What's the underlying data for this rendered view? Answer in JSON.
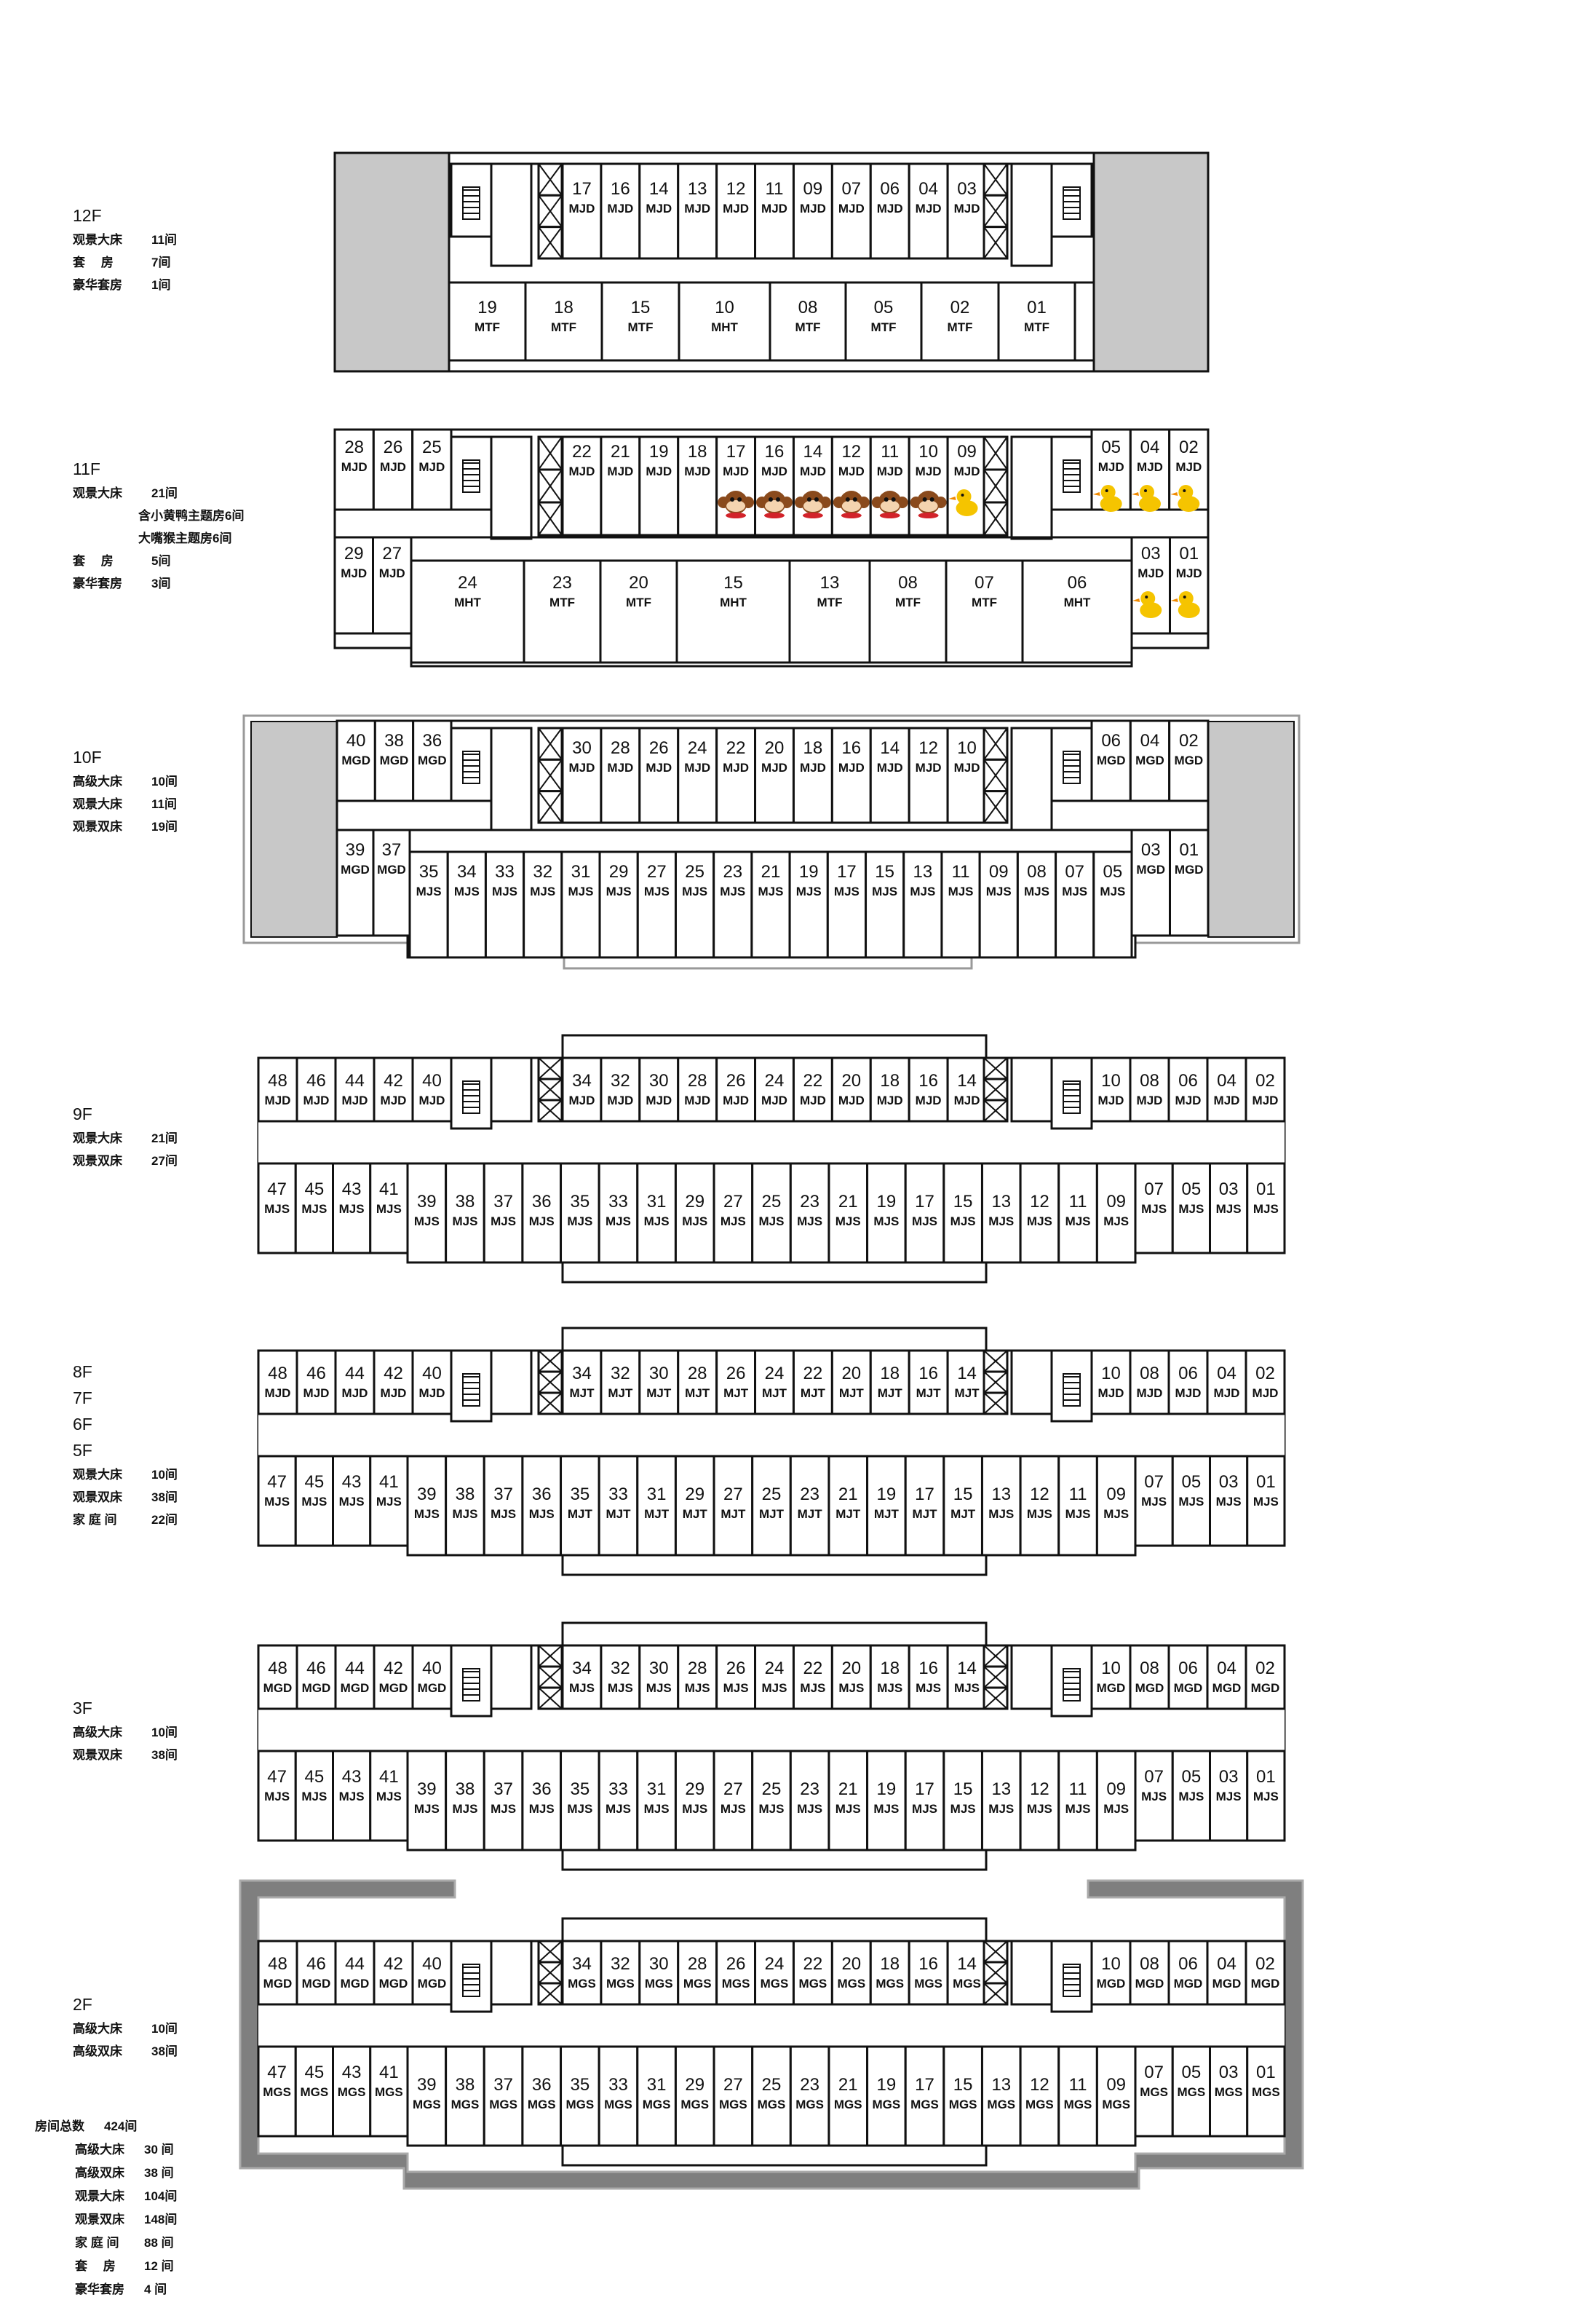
{
  "legends": [
    {
      "id": "12f",
      "floors": [
        "12F"
      ],
      "items": [
        {
          "label": "观景大床",
          "value": "11间"
        },
        {
          "label": "套　 房",
          "value": "7间"
        },
        {
          "label": "豪华套房",
          "value": "1间"
        }
      ]
    },
    {
      "id": "11f",
      "floors": [
        "11F"
      ],
      "items": [
        {
          "label": "观景大床",
          "value": "21间"
        },
        {
          "label": "",
          "value": "含小黄鸭主题房6间"
        },
        {
          "label": "",
          "value": "大嘴猴主题房6间"
        },
        {
          "label": "套　 房",
          "value": "5间"
        },
        {
          "label": "豪华套房",
          "value": "3间"
        }
      ]
    },
    {
      "id": "10f",
      "floors": [
        "10F"
      ],
      "items": [
        {
          "label": "高级大床",
          "value": "10间"
        },
        {
          "label": "观景大床",
          "value": "11间"
        },
        {
          "label": "观景双床",
          "value": "19间"
        }
      ]
    },
    {
      "id": "9f",
      "floors": [
        "9F"
      ],
      "items": [
        {
          "label": "观景大床",
          "value": "21间"
        },
        {
          "label": "观景双床",
          "value": "27间"
        }
      ]
    },
    {
      "id": "8f",
      "floors": [
        "8F",
        "7F",
        "6F",
        "5F"
      ],
      "items": [
        {
          "label": "观景大床",
          "value": "10间"
        },
        {
          "label": "观景双床",
          "value": "38间"
        },
        {
          "label": "家 庭 间",
          "value": "22间"
        }
      ]
    },
    {
      "id": "3f",
      "floors": [
        "3F"
      ],
      "items": [
        {
          "label": "高级大床",
          "value": "10间"
        },
        {
          "label": "观景双床",
          "value": "38间"
        }
      ]
    },
    {
      "id": "2f",
      "floors": [
        "2F"
      ],
      "items": [
        {
          "label": "高级大床",
          "value": "10间"
        },
        {
          "label": "高级双床",
          "value": "38间"
        }
      ]
    }
  ],
  "totals": {
    "label": "房间总数",
    "value": "424间",
    "items": [
      {
        "label": "高级大床",
        "value": "30 间"
      },
      {
        "label": "高级双床",
        "value": "38 间"
      },
      {
        "label": "观景大床",
        "value": "104间"
      },
      {
        "label": "观景双床",
        "value": "148间"
      },
      {
        "label": "家 庭 间",
        "value": "88 间"
      },
      {
        "label": "套　 房",
        "value": "12 间"
      },
      {
        "label": "豪华套房",
        "value": "4 间"
      }
    ]
  },
  "plans": [
    {
      "id": "12f",
      "variant": "12",
      "upper": [
        [
          "17",
          "MJD"
        ],
        [
          "16",
          "MJD"
        ],
        [
          "14",
          "MJD"
        ],
        [
          "13",
          "MJD"
        ],
        [
          "12",
          "MJD"
        ],
        [
          "11",
          "MJD"
        ],
        [
          "09",
          "MJD"
        ],
        [
          "07",
          "MJD"
        ],
        [
          "06",
          "MJD"
        ],
        [
          "04",
          "MJD"
        ],
        [
          "03",
          "MJD"
        ]
      ],
      "lower": [
        [
          "19",
          "MTF"
        ],
        [
          "18",
          "MTF"
        ],
        [
          "15",
          "MTF"
        ],
        [
          "10",
          "MHT"
        ],
        [
          "08",
          "MTF"
        ],
        [
          "05",
          "MTF"
        ],
        [
          "02",
          "MTF"
        ],
        [
          "01",
          "MTF"
        ]
      ]
    },
    {
      "id": "11f",
      "variant": "11",
      "upperLeft": [
        [
          "28",
          "MJD"
        ],
        [
          "26",
          "MJD"
        ],
        [
          "25",
          "MJD"
        ]
      ],
      "lowerLeft": [
        [
          "29",
          "MJD"
        ],
        [
          "27",
          "MJD"
        ]
      ],
      "upper": [
        [
          "22",
          "MJD"
        ],
        [
          "21",
          "MJD"
        ],
        [
          "19",
          "MJD"
        ],
        [
          "18",
          "MJD"
        ],
        [
          "17",
          "MJD"
        ],
        [
          "16",
          "MJD"
        ],
        [
          "14",
          "MJD"
        ],
        [
          "12",
          "MJD"
        ],
        [
          "11",
          "MJD"
        ],
        [
          "10",
          "MJD"
        ],
        [
          "09",
          "MJD"
        ]
      ],
      "upperIcons": [
        "",
        "",
        "",
        "",
        "monkey",
        "monkey",
        "monkey",
        "monkey",
        "monkey",
        "monkey",
        "duck"
      ],
      "lower": [
        [
          "24",
          "MHT"
        ],
        [
          "23",
          "MTF"
        ],
        [
          "20",
          "MTF"
        ],
        [
          "15",
          "MHT"
        ],
        [
          "13",
          "MTF"
        ],
        [
          "08",
          "MTF"
        ],
        [
          "07",
          "MTF"
        ],
        [
          "06",
          "MHT"
        ]
      ],
      "upperRight": [
        [
          "05",
          "MJD"
        ],
        [
          "04",
          "MJD"
        ],
        [
          "02",
          "MJD"
        ]
      ],
      "lowerRight": [
        [
          "03",
          "MJD"
        ],
        [
          "01",
          "MJD"
        ]
      ]
    },
    {
      "id": "10f",
      "variant": "10",
      "upperLeft": [
        [
          "40",
          "MGD"
        ],
        [
          "38",
          "MGD"
        ],
        [
          "36",
          "MGD"
        ]
      ],
      "lowerLeft": [
        [
          "39",
          "MGD"
        ],
        [
          "37",
          "MGD"
        ]
      ],
      "upper": [
        [
          "30",
          "MJD"
        ],
        [
          "28",
          "MJD"
        ],
        [
          "26",
          "MJD"
        ],
        [
          "24",
          "MJD"
        ],
        [
          "22",
          "MJD"
        ],
        [
          "20",
          "MJD"
        ],
        [
          "18",
          "MJD"
        ],
        [
          "16",
          "MJD"
        ],
        [
          "14",
          "MJD"
        ],
        [
          "12",
          "MJD"
        ],
        [
          "10",
          "MJD"
        ]
      ],
      "lower": [
        [
          "35",
          "MJS"
        ],
        [
          "34",
          "MJS"
        ],
        [
          "33",
          "MJS"
        ],
        [
          "32",
          "MJS"
        ],
        [
          "31",
          "MJS"
        ],
        [
          "29",
          "MJS"
        ],
        [
          "27",
          "MJS"
        ],
        [
          "25",
          "MJS"
        ],
        [
          "23",
          "MJS"
        ],
        [
          "21",
          "MJS"
        ],
        [
          "19",
          "MJS"
        ],
        [
          "17",
          "MJS"
        ],
        [
          "15",
          "MJS"
        ],
        [
          "13",
          "MJS"
        ],
        [
          "11",
          "MJS"
        ],
        [
          "09",
          "MJS"
        ],
        [
          "08",
          "MJS"
        ],
        [
          "07",
          "MJS"
        ],
        [
          "05",
          "MJS"
        ]
      ],
      "upperRight": [
        [
          "06",
          "MGD"
        ],
        [
          "04",
          "MGD"
        ],
        [
          "02",
          "MGD"
        ]
      ],
      "lowerRight": [
        [
          "03",
          "MGD"
        ],
        [
          "01",
          "MGD"
        ]
      ]
    },
    {
      "id": "9f",
      "variant": "std",
      "upperLeft": [
        [
          "48",
          "MJD"
        ],
        [
          "46",
          "MJD"
        ],
        [
          "44",
          "MJD"
        ],
        [
          "42",
          "MJD"
        ],
        [
          "40",
          "MJD"
        ]
      ],
      "lowerLeft": [
        [
          "47",
          "MJS"
        ],
        [
          "45",
          "MJS"
        ],
        [
          "43",
          "MJS"
        ],
        [
          "41",
          "MJS"
        ]
      ],
      "upper": [
        [
          "34",
          "MJD"
        ],
        [
          "32",
          "MJD"
        ],
        [
          "30",
          "MJD"
        ],
        [
          "28",
          "MJD"
        ],
        [
          "26",
          "MJD"
        ],
        [
          "24",
          "MJD"
        ],
        [
          "22",
          "MJD"
        ],
        [
          "20",
          "MJD"
        ],
        [
          "18",
          "MJD"
        ],
        [
          "16",
          "MJD"
        ],
        [
          "14",
          "MJD"
        ]
      ],
      "lower": [
        [
          "39",
          "MJS"
        ],
        [
          "38",
          "MJS"
        ],
        [
          "37",
          "MJS"
        ],
        [
          "36",
          "MJS"
        ],
        [
          "35",
          "MJS"
        ],
        [
          "33",
          "MJS"
        ],
        [
          "31",
          "MJS"
        ],
        [
          "29",
          "MJS"
        ],
        [
          "27",
          "MJS"
        ],
        [
          "25",
          "MJS"
        ],
        [
          "23",
          "MJS"
        ],
        [
          "21",
          "MJS"
        ],
        [
          "19",
          "MJS"
        ],
        [
          "17",
          "MJS"
        ],
        [
          "15",
          "MJS"
        ],
        [
          "13",
          "MJS"
        ],
        [
          "12",
          "MJS"
        ],
        [
          "11",
          "MJS"
        ],
        [
          "09",
          "MJS"
        ]
      ],
      "upperRight": [
        [
          "10",
          "MJD"
        ],
        [
          "08",
          "MJD"
        ],
        [
          "06",
          "MJD"
        ],
        [
          "04",
          "MJD"
        ],
        [
          "02",
          "MJD"
        ]
      ],
      "lowerRight": [
        [
          "07",
          "MJS"
        ],
        [
          "05",
          "MJS"
        ],
        [
          "03",
          "MJS"
        ],
        [
          "01",
          "MJS"
        ]
      ]
    },
    {
      "id": "8f",
      "variant": "std",
      "upperLeft": [
        [
          "48",
          "MJD"
        ],
        [
          "46",
          "MJD"
        ],
        [
          "44",
          "MJD"
        ],
        [
          "42",
          "MJD"
        ],
        [
          "40",
          "MJD"
        ]
      ],
      "lowerLeft": [
        [
          "47",
          "MJS"
        ],
        [
          "45",
          "MJS"
        ],
        [
          "43",
          "MJS"
        ],
        [
          "41",
          "MJS"
        ]
      ],
      "upper": [
        [
          "34",
          "MJT"
        ],
        [
          "32",
          "MJT"
        ],
        [
          "30",
          "MJT"
        ],
        [
          "28",
          "MJT"
        ],
        [
          "26",
          "MJT"
        ],
        [
          "24",
          "MJT"
        ],
        [
          "22",
          "MJT"
        ],
        [
          "20",
          "MJT"
        ],
        [
          "18",
          "MJT"
        ],
        [
          "16",
          "MJT"
        ],
        [
          "14",
          "MJT"
        ]
      ],
      "lower": [
        [
          "39",
          "MJS"
        ],
        [
          "38",
          "MJS"
        ],
        [
          "37",
          "MJS"
        ],
        [
          "36",
          "MJS"
        ],
        [
          "35",
          "MJT"
        ],
        [
          "33",
          "MJT"
        ],
        [
          "31",
          "MJT"
        ],
        [
          "29",
          "MJT"
        ],
        [
          "27",
          "MJT"
        ],
        [
          "25",
          "MJT"
        ],
        [
          "23",
          "MJT"
        ],
        [
          "21",
          "MJT"
        ],
        [
          "19",
          "MJT"
        ],
        [
          "17",
          "MJT"
        ],
        [
          "15",
          "MJT"
        ],
        [
          "13",
          "MJS"
        ],
        [
          "12",
          "MJS"
        ],
        [
          "11",
          "MJS"
        ],
        [
          "09",
          "MJS"
        ]
      ],
      "upperRight": [
        [
          "10",
          "MJD"
        ],
        [
          "08",
          "MJD"
        ],
        [
          "06",
          "MJD"
        ],
        [
          "04",
          "MJD"
        ],
        [
          "02",
          "MJD"
        ]
      ],
      "lowerRight": [
        [
          "07",
          "MJS"
        ],
        [
          "05",
          "MJS"
        ],
        [
          "03",
          "MJS"
        ],
        [
          "01",
          "MJS"
        ]
      ]
    },
    {
      "id": "3f",
      "variant": "std",
      "upperLeft": [
        [
          "48",
          "MGD"
        ],
        [
          "46",
          "MGD"
        ],
        [
          "44",
          "MGD"
        ],
        [
          "42",
          "MGD"
        ],
        [
          "40",
          "MGD"
        ]
      ],
      "lowerLeft": [
        [
          "47",
          "MJS"
        ],
        [
          "45",
          "MJS"
        ],
        [
          "43",
          "MJS"
        ],
        [
          "41",
          "MJS"
        ]
      ],
      "upper": [
        [
          "34",
          "MJS"
        ],
        [
          "32",
          "MJS"
        ],
        [
          "30",
          "MJS"
        ],
        [
          "28",
          "MJS"
        ],
        [
          "26",
          "MJS"
        ],
        [
          "24",
          "MJS"
        ],
        [
          "22",
          "MJS"
        ],
        [
          "20",
          "MJS"
        ],
        [
          "18",
          "MJS"
        ],
        [
          "16",
          "MJS"
        ],
        [
          "14",
          "MJS"
        ]
      ],
      "lower": [
        [
          "39",
          "MJS"
        ],
        [
          "38",
          "MJS"
        ],
        [
          "37",
          "MJS"
        ],
        [
          "36",
          "MJS"
        ],
        [
          "35",
          "MJS"
        ],
        [
          "33",
          "MJS"
        ],
        [
          "31",
          "MJS"
        ],
        [
          "29",
          "MJS"
        ],
        [
          "27",
          "MJS"
        ],
        [
          "25",
          "MJS"
        ],
        [
          "23",
          "MJS"
        ],
        [
          "21",
          "MJS"
        ],
        [
          "19",
          "MJS"
        ],
        [
          "17",
          "MJS"
        ],
        [
          "15",
          "MJS"
        ],
        [
          "13",
          "MJS"
        ],
        [
          "12",
          "MJS"
        ],
        [
          "11",
          "MJS"
        ],
        [
          "09",
          "MJS"
        ]
      ],
      "upperRight": [
        [
          "10",
          "MGD"
        ],
        [
          "08",
          "MGD"
        ],
        [
          "06",
          "MGD"
        ],
        [
          "04",
          "MGD"
        ],
        [
          "02",
          "MGD"
        ]
      ],
      "lowerRight": [
        [
          "07",
          "MJS"
        ],
        [
          "05",
          "MJS"
        ],
        [
          "03",
          "MJS"
        ],
        [
          "01",
          "MJS"
        ]
      ]
    },
    {
      "id": "2f",
      "variant": "2",
      "upperLeft": [
        [
          "48",
          "MGD"
        ],
        [
          "46",
          "MGD"
        ],
        [
          "44",
          "MGD"
        ],
        [
          "42",
          "MGD"
        ],
        [
          "40",
          "MGD"
        ]
      ],
      "lowerLeft": [
        [
          "47",
          "MGS"
        ],
        [
          "45",
          "MGS"
        ],
        [
          "43",
          "MGS"
        ],
        [
          "41",
          "MGS"
        ]
      ],
      "upper": [
        [
          "34",
          "MGS"
        ],
        [
          "32",
          "MGS"
        ],
        [
          "30",
          "MGS"
        ],
        [
          "28",
          "MGS"
        ],
        [
          "26",
          "MGS"
        ],
        [
          "24",
          "MGS"
        ],
        [
          "22",
          "MGS"
        ],
        [
          "20",
          "MGS"
        ],
        [
          "18",
          "MGS"
        ],
        [
          "16",
          "MGS"
        ],
        [
          "14",
          "MGS"
        ]
      ],
      "lower": [
        [
          "39",
          "MGS"
        ],
        [
          "38",
          "MGS"
        ],
        [
          "37",
          "MGS"
        ],
        [
          "36",
          "MGS"
        ],
        [
          "35",
          "MGS"
        ],
        [
          "33",
          "MGS"
        ],
        [
          "31",
          "MGS"
        ],
        [
          "29",
          "MGS"
        ],
        [
          "27",
          "MGS"
        ],
        [
          "25",
          "MGS"
        ],
        [
          "23",
          "MGS"
        ],
        [
          "21",
          "MGS"
        ],
        [
          "19",
          "MGS"
        ],
        [
          "17",
          "MGS"
        ],
        [
          "15",
          "MGS"
        ],
        [
          "13",
          "MGS"
        ],
        [
          "12",
          "MGS"
        ],
        [
          "11",
          "MGS"
        ],
        [
          "09",
          "MGS"
        ]
      ],
      "upperRight": [
        [
          "10",
          "MGD"
        ],
        [
          "08",
          "MGD"
        ],
        [
          "06",
          "MGD"
        ],
        [
          "04",
          "MGD"
        ],
        [
          "02",
          "MGD"
        ]
      ],
      "lowerRight": [
        [
          "07",
          "MGS"
        ],
        [
          "05",
          "MGS"
        ],
        [
          "03",
          "MGS"
        ],
        [
          "01",
          "MGS"
        ]
      ]
    }
  ]
}
